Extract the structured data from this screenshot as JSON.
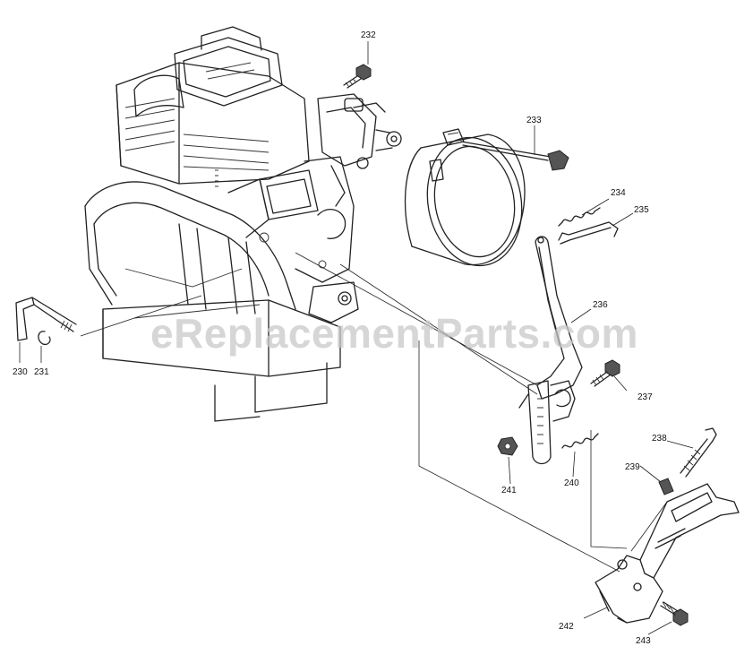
{
  "watermark": "eReplacementParts.com",
  "parts": {
    "p230": "230",
    "p231": "231",
    "p232": "232",
    "p233": "233",
    "p234": "234",
    "p235": "235",
    "p236": "236",
    "p237": "237",
    "p238": "238",
    "p239": "239",
    "p240": "240",
    "p241": "241",
    "p242": "242",
    "p243": "243"
  }
}
